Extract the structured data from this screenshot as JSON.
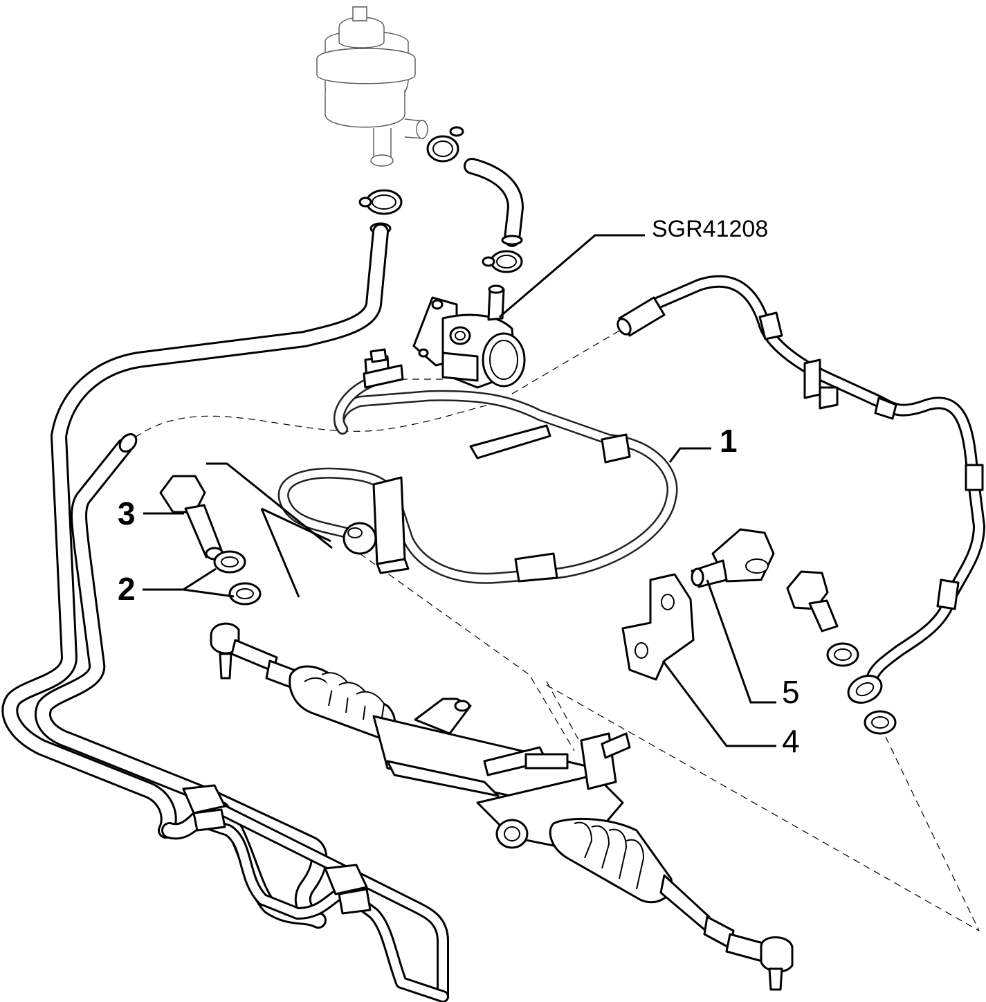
{
  "diagram": {
    "reference_code": "SGR41208",
    "callouts": [
      {
        "id": "1",
        "text": "1",
        "style": "bold"
      },
      {
        "id": "2",
        "text": "2",
        "style": "bold"
      },
      {
        "id": "3",
        "text": "3",
        "style": "bold"
      },
      {
        "id": "4",
        "text": "4",
        "style": "regular"
      },
      {
        "id": "5",
        "text": "5",
        "style": "regular"
      }
    ]
  }
}
